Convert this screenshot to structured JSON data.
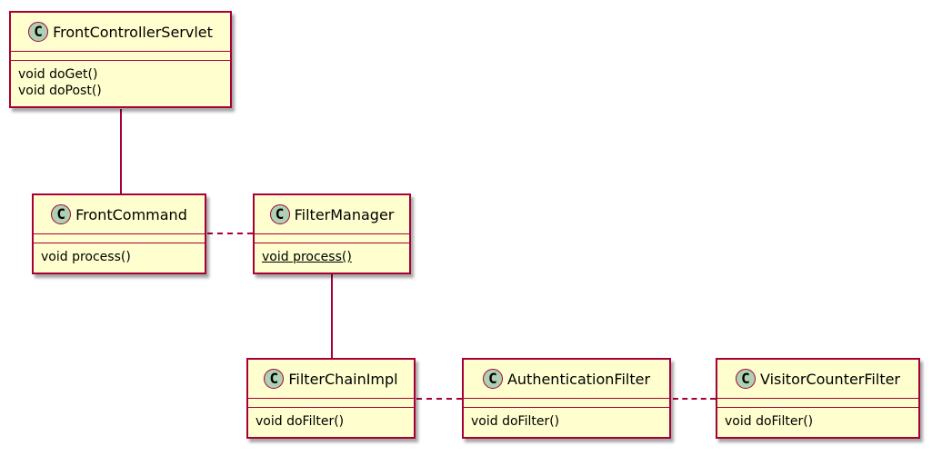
{
  "diagram": {
    "type": "uml-class-diagram",
    "classes": [
      {
        "stereotype_letter": "C",
        "name": "FrontControllerServlet",
        "methods": [
          {
            "label": "void doGet()",
            "static": false
          },
          {
            "label": "void doPost()",
            "static": false
          }
        ]
      },
      {
        "stereotype_letter": "C",
        "name": "FrontCommand",
        "methods": [
          {
            "label": "void process()",
            "static": false
          }
        ]
      },
      {
        "stereotype_letter": "C",
        "name": "FilterManager",
        "methods": [
          {
            "label": "void process()",
            "static": true
          }
        ]
      },
      {
        "stereotype_letter": "C",
        "name": "FilterChainImpl",
        "methods": [
          {
            "label": "void doFilter()",
            "static": false
          }
        ]
      },
      {
        "stereotype_letter": "C",
        "name": "AuthenticationFilter",
        "methods": [
          {
            "label": "void doFilter()",
            "static": false
          }
        ]
      },
      {
        "stereotype_letter": "C",
        "name": "VisitorCounterFilter",
        "methods": [
          {
            "label": "void doFilter()",
            "static": false
          }
        ]
      }
    ],
    "relations": [
      {
        "from": "FrontControllerServlet",
        "to": "FrontCommand",
        "style": "solid",
        "orientation": "vertical"
      },
      {
        "from": "FrontCommand",
        "to": "FilterManager",
        "style": "dashed",
        "orientation": "horizontal"
      },
      {
        "from": "FilterManager",
        "to": "FilterChainImpl",
        "style": "solid",
        "orientation": "vertical"
      },
      {
        "from": "FilterChainImpl",
        "to": "AuthenticationFilter",
        "style": "dashed",
        "orientation": "horizontal"
      },
      {
        "from": "AuthenticationFilter",
        "to": "VisitorCounterFilter",
        "style": "dashed",
        "orientation": "horizontal"
      }
    ]
  },
  "colors": {
    "class_fill": "#FEFECE",
    "class_border": "#A80036",
    "icon_fill": "#ADD1B2",
    "text": "#000000",
    "background": "#FFFFFF"
  }
}
